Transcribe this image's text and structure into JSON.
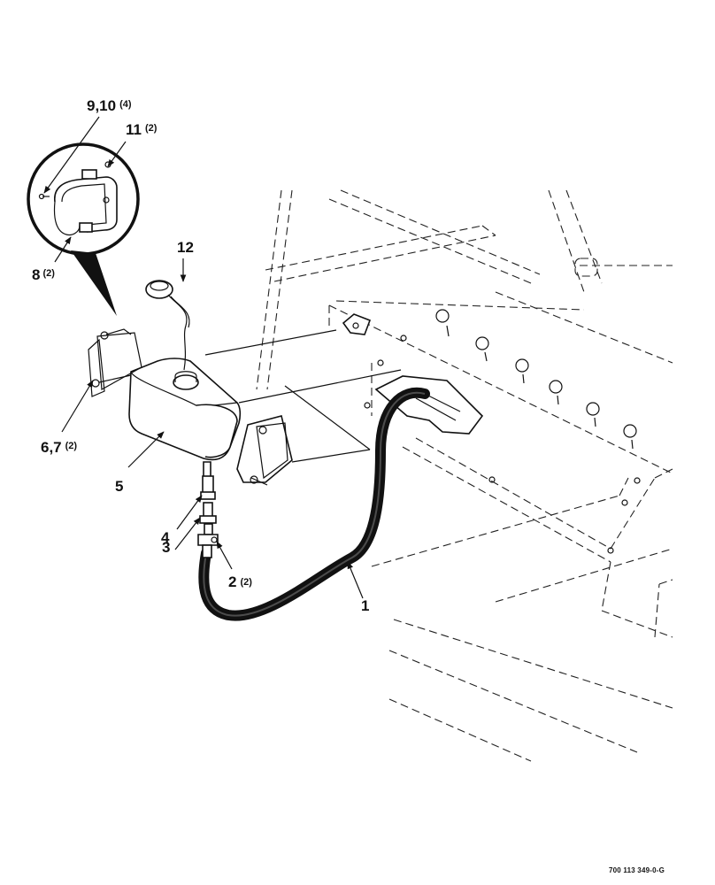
{
  "callouts": {
    "c1": {
      "num": "1",
      "qty": ""
    },
    "c2": {
      "num": "2",
      "qty": "(2)"
    },
    "c3": {
      "num": "3",
      "qty": ""
    },
    "c4": {
      "num": "4",
      "qty": ""
    },
    "c5": {
      "num": "5",
      "qty": ""
    },
    "c67": {
      "num": "6,7",
      "qty": "(2)"
    },
    "c8": {
      "num": "8",
      "qty": "(2)"
    },
    "c910": {
      "num": "9,10",
      "qty": "(4)"
    },
    "c11": {
      "num": "11",
      "qty": "(2)"
    },
    "c12": {
      "num": "12",
      "qty": ""
    }
  },
  "document_number": "700 113 349-0-G"
}
